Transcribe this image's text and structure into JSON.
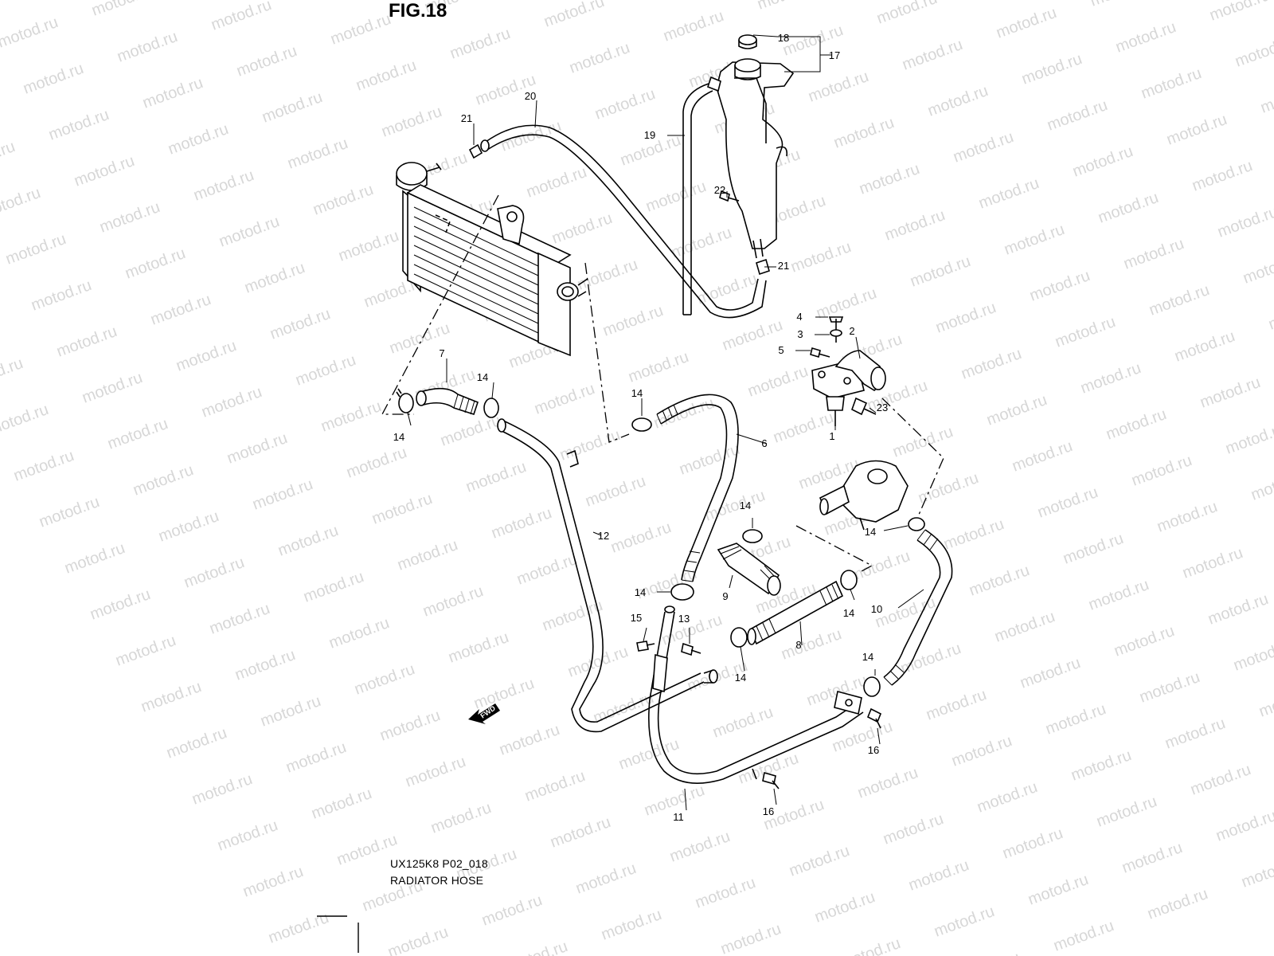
{
  "figure": {
    "title": "FIG.18",
    "code": "UX125K8 P02_018",
    "name": "RADIATOR HOSE"
  },
  "watermark": "motod.ru",
  "fwd_label": "FWD",
  "parts": [
    {
      "id": "p1",
      "number": "1"
    },
    {
      "id": "p2",
      "number": "2"
    },
    {
      "id": "p3",
      "number": "3"
    },
    {
      "id": "p4",
      "number": "4"
    },
    {
      "id": "p5",
      "number": "5"
    },
    {
      "id": "p6",
      "number": "6"
    },
    {
      "id": "p7",
      "number": "7"
    },
    {
      "id": "p8",
      "number": "8"
    },
    {
      "id": "p9",
      "number": "9"
    },
    {
      "id": "p10",
      "number": "10"
    },
    {
      "id": "p11",
      "number": "11"
    },
    {
      "id": "p12",
      "number": "12"
    },
    {
      "id": "p13",
      "number": "13"
    },
    {
      "id": "p14a",
      "number": "14"
    },
    {
      "id": "p14b",
      "number": "14"
    },
    {
      "id": "p14c",
      "number": "14"
    },
    {
      "id": "p14d",
      "number": "14"
    },
    {
      "id": "p14e",
      "number": "14"
    },
    {
      "id": "p14f",
      "number": "14"
    },
    {
      "id": "p14g",
      "number": "14"
    },
    {
      "id": "p14h",
      "number": "14"
    },
    {
      "id": "p14i",
      "number": "14"
    },
    {
      "id": "p15",
      "number": "15"
    },
    {
      "id": "p16a",
      "number": "16"
    },
    {
      "id": "p16b",
      "number": "16"
    },
    {
      "id": "p17",
      "number": "17"
    },
    {
      "id": "p18",
      "number": "18"
    },
    {
      "id": "p19",
      "number": "19"
    },
    {
      "id": "p20",
      "number": "20"
    },
    {
      "id": "p21a",
      "number": "21"
    },
    {
      "id": "p21b",
      "number": "21"
    },
    {
      "id": "p22",
      "number": "22"
    },
    {
      "id": "p23",
      "number": "23"
    }
  ]
}
